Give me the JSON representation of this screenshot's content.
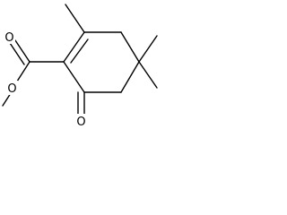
{
  "molecule": {
    "atoms": {
      "ester_carbonyl_oxygen": "O",
      "ester_ether_oxygen": "O",
      "ketone_oxygen": "O"
    }
  }
}
